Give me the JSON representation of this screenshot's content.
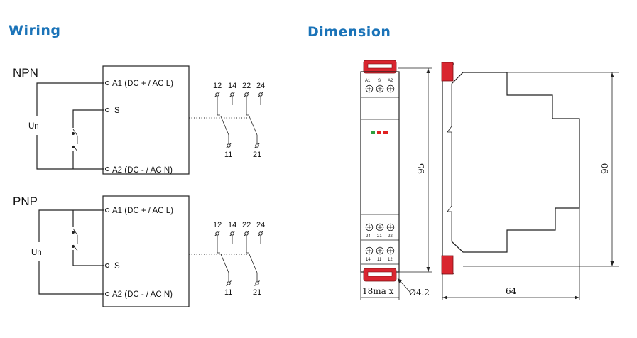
{
  "headings": {
    "wiring": "Wiring",
    "dimension": "Dimension"
  },
  "npn": {
    "label": "NPN",
    "supply_label": "Un",
    "terminal_a1": "A1 (DC +  / AC L)",
    "terminal_s": "S",
    "terminal_a2": "A2 (DC -  / AC N)",
    "contacts_top": [
      "12",
      "14",
      "22",
      "24"
    ],
    "contacts_bottom": [
      "11",
      "21"
    ]
  },
  "pnp": {
    "label": "PNP",
    "supply_label": "Un",
    "terminal_a1": "A1 (DC +  / AC L)",
    "terminal_s": "S",
    "terminal_a2": "A2 (DC -  / AC N)",
    "contacts_top": [
      "12",
      "14",
      "22",
      "24"
    ],
    "contacts_bottom": [
      "11",
      "21"
    ]
  },
  "front_view": {
    "top_terminals": [
      "A1",
      "S",
      "A2"
    ],
    "mid_terminals": [
      "24",
      "21",
      "22"
    ],
    "bottom_terminals": [
      "14",
      "11",
      "12"
    ],
    "led_colors": [
      "#2e9e3e",
      "#e02020",
      "#e02020"
    ]
  },
  "dimensions": {
    "height_front": "95",
    "height_side": "90",
    "width_front": "18ma x",
    "hole": "Ø4.2",
    "depth": "64"
  },
  "colors": {
    "heading": "#1a73b8",
    "clip": "#d9252f",
    "line": "#222222"
  }
}
